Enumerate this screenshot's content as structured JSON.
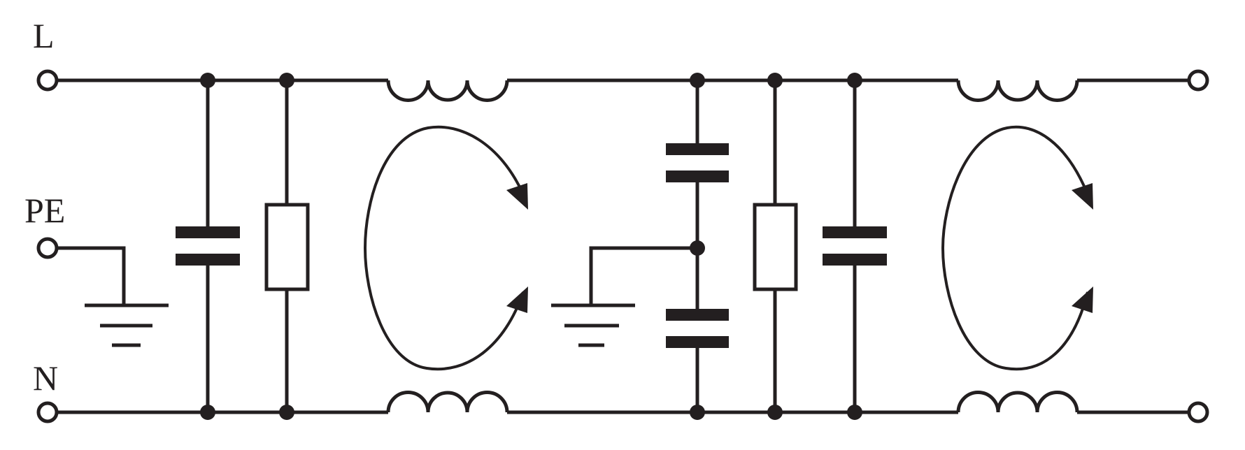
{
  "labels": {
    "line": "L",
    "protective_earth": "PE",
    "neutral": "N"
  },
  "colors": {
    "ink": "#231f20",
    "background": "#ffffff"
  }
}
